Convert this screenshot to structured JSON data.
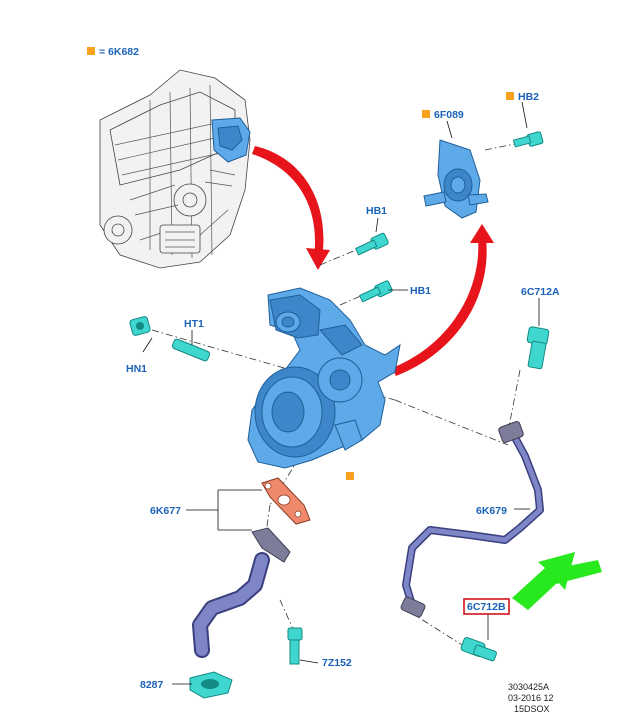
{
  "legend": {
    "equals": "= 6K682",
    "color": "#f6a21e"
  },
  "labels": {
    "hb2": "HB2",
    "p6f089": "6F089",
    "hb1_top": "HB1",
    "hb1_mid": "HB1",
    "ht1": "HT1",
    "hn1": "HN1",
    "p6c712a": "6C712A",
    "p6k677": "6K677",
    "p6k679": "6K679",
    "p6c712b": "6C712B",
    "p8287": "8287",
    "p7z152": "7Z152"
  },
  "footer": {
    "code": "3030425A",
    "date": "03-2016 12",
    "model": "15DSOX"
  },
  "colors": {
    "label_blue": "#1a62b8",
    "part_blue": "#5ea9e8",
    "bolt_cyan": "#3fd6cf",
    "pipe_purple": "#7f86c8",
    "gasket_salmon": "#f0896b",
    "arrow_red": "#e8141b",
    "arrow_green": "#28e81e",
    "highlight_red": "#d1141b"
  }
}
